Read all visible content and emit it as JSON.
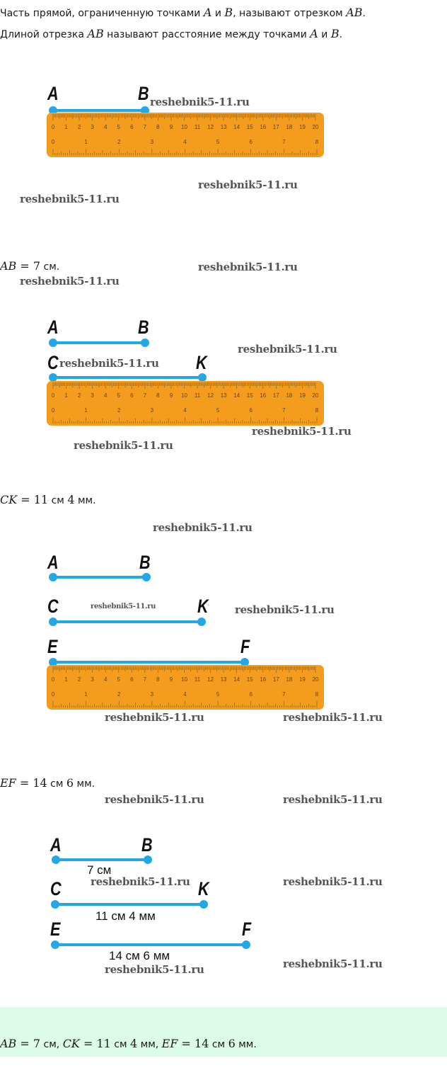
{
  "intro": {
    "line1": [
      "Часть прямой, ограниченную точками ",
      "A",
      " и ",
      "B",
      ", называют отрезком ",
      "AB",
      "."
    ],
    "line2": [
      "Длиной отрезка ",
      "AB",
      " называют расстояние между точками ",
      "A",
      " и ",
      "B",
      "."
    ]
  },
  "ruler": {
    "cm_max": 20,
    "inch_max": 8,
    "color": "#f39c1e"
  },
  "segment_color": "#22a8e6",
  "points": {
    "A": "A",
    "B": "B",
    "C": "C",
    "K": "K",
    "E": "E",
    "F": "F"
  },
  "results": {
    "ab": [
      "AB",
      " = 7",
      " см."
    ],
    "ck": [
      "CK",
      " = 11",
      " см ",
      "4",
      " мм."
    ],
    "ef": [
      "EF",
      " = 14",
      " см ",
      "6",
      " мм."
    ]
  },
  "segment_lengths": {
    "ab": "7 см",
    "ck": "11 см 4 мм",
    "ef": "14 см 6 мм"
  },
  "answer": [
    "AB",
    " = 7",
    " см, ",
    "CK",
    " = 11",
    " см ",
    "4",
    " мм, ",
    "EF",
    " = 14",
    " см ",
    "6",
    " мм."
  ],
  "watermark": "reshebnik5-11.ru"
}
